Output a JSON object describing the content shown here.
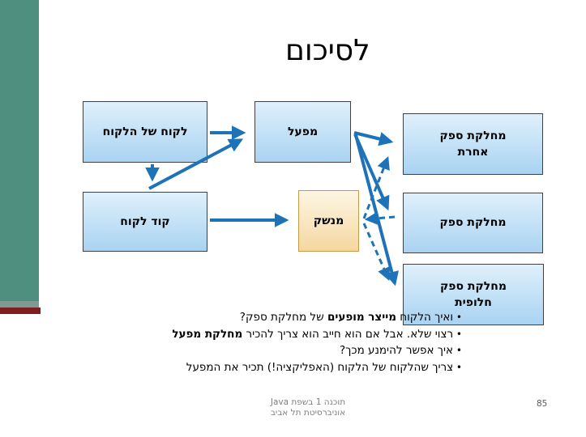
{
  "slide": {
    "title": "לסיכום",
    "page_number": "85",
    "footer": {
      "line1": "תוכנה 1 בשפת Java",
      "line2": "אוניברסיטת תל אביב"
    }
  },
  "diagram": {
    "boxes": {
      "client_of_client": "לקוח של הלקוח",
      "factory": "מפעל",
      "other_supplier_class": "מחלקת ספק\nאחרת",
      "client_code": "קוד לקוח",
      "interface": "מנשק",
      "supplier_class": "מחלקת ספק",
      "alt_supplier_class": "מחלקת ספק\nחלופית"
    },
    "arrow_style": {
      "solid_color": "#1E73B8",
      "dashed_color": "#1E73B8"
    }
  },
  "bullets": [
    {
      "segments": [
        {
          "text": "ואיך הלקוח ",
          "bold": false
        },
        {
          "text": "מייצר מופעים",
          "bold": true
        },
        {
          "text": " של מחלקת ספק?",
          "bold": false
        }
      ]
    },
    {
      "segments": [
        {
          "text": "רצוי שלא. אבל אם הוא חייב הוא צריך להכיר ",
          "bold": false
        },
        {
          "text": "מחלקת מפעל",
          "bold": true
        }
      ]
    },
    {
      "segments": [
        {
          "text": "איך אפשר להימנע מכך?",
          "bold": false
        }
      ]
    },
    {
      "segments": [
        {
          "text": "צריך שהלקוח של הלקוח (האפליקציה!) תכיר את המפעל",
          "bold": false
        }
      ]
    }
  ],
  "colors": {
    "sidebar_green": "#4F8F80",
    "sidebar_sage": "#7D9B94",
    "sidebar_maroon": "#7E1D20",
    "box_blue_top": "#DFF0FB",
    "box_blue_bottom": "#A9D3F2",
    "box_border": "#404040",
    "box_tan_top": "#FDF6E4",
    "box_tan_bottom": "#F5D7A0",
    "box_tan_border": "#C09A44",
    "arrow_blue": "#1E73B8",
    "footer_gray": "#7F7F7F"
  }
}
